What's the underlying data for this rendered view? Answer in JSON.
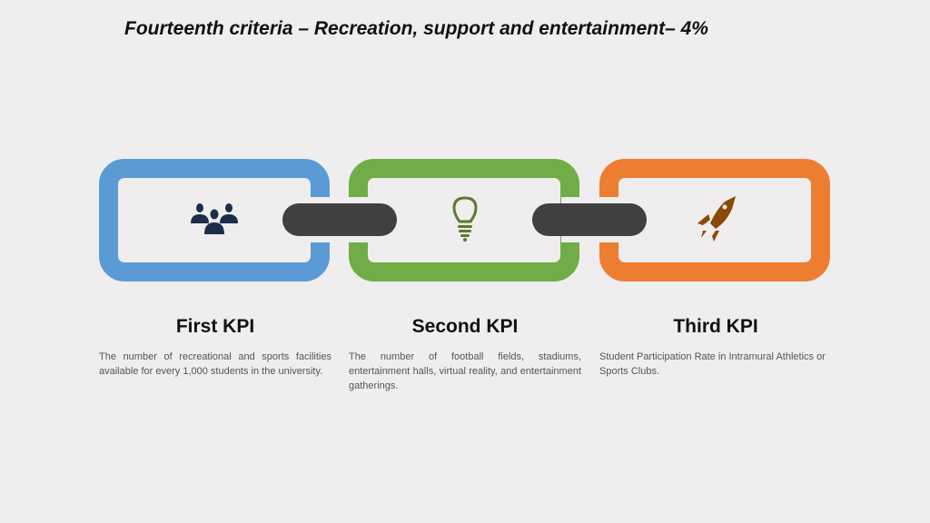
{
  "title": "Fourteenth criteria – Recreation, support and entertainment– 4%",
  "colors": {
    "blue": "#5b9bd5",
    "green": "#70ad47",
    "orange": "#ed7d31",
    "link": "#404040"
  },
  "kpis": [
    {
      "heading": "First KPI",
      "icon": "people-group-icon",
      "description": "The number of recreational and sports facilities available for every 1,000 students in the university."
    },
    {
      "heading": "Second KPI",
      "icon": "lightbulb-icon",
      "description": "The number of football fields, stadiums, entertainment halls, virtual reality, and entertainment gatherings."
    },
    {
      "heading": "Third KPI",
      "icon": "rocket-icon",
      "description": "Student Participation Rate in Intramural Athletics or Sports Clubs."
    }
  ]
}
